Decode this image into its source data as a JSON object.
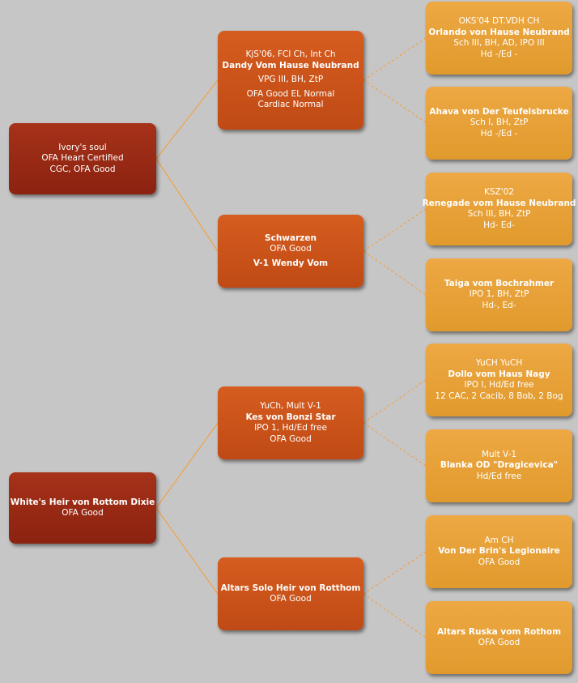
{
  "pedigrees": [
    {
      "dog": {
        "lines": [
          "Ivory's soul",
          "OFA Heart Certified",
          "CGC, OFA Good"
        ]
      },
      "sire": {
        "lines": [
          "KjS'06, FCI Ch, Int Ch",
          "Dandy Vom Hause Neubrand",
          "VPG III, BH, ZtP",
          "OFA Good  EL Normal",
          "Cardiac Normal"
        ]
      },
      "dam": {
        "lines": [
          "Schwarzen",
          "OFA Good",
          "V-1 Wendy Vom"
        ]
      },
      "sire_sire": {
        "lines": [
          "OKS'04 DT.VDH CH",
          "Orlando von Hause Neubrand",
          "Sch III, BH, AD, IPO III",
          "Hd -/Ed -"
        ]
      },
      "sire_dam": {
        "lines": [
          "Ahava von Der Teufelsbrucke",
          "Sch I, BH, ZtP",
          "Hd -/Ed -"
        ]
      },
      "dam_sire": {
        "lines": [
          "KSZ'02",
          "Renegade vom Hause Neubrand",
          "Sch III, BH, ZtP",
          "Hd- Ed-"
        ]
      },
      "dam_dam": {
        "lines": [
          "Taiga vom Bochrahmer",
          "IPO 1, BH, ZtP",
          "Hd-, Ed-"
        ]
      }
    },
    {
      "dog": {
        "lines": [
          "White's Heir von Rottom Dixie",
          "OFA Good"
        ]
      },
      "sire": {
        "lines": [
          "YuCh, Mult V-1",
          "Kes von Bonzi Star",
          "IPO 1, Hd/Ed free",
          "OFA Good"
        ]
      },
      "dam": {
        "lines": [
          "Altars Solo Heir von Rotthom",
          "OFA Good"
        ]
      },
      "sire_sire": {
        "lines": [
          "YuCH YuCH",
          "Dollo vom Haus Nagy",
          "IPO I, Hd/Ed free",
          "12 CAC, 2 Cacib, 8 Bob, 2 Bog"
        ]
      },
      "sire_dam": {
        "lines": [
          "Mult V-1",
          "Blanka OD \"Dragicevica\"",
          "Hd/Ed free"
        ]
      },
      "dam_sire": {
        "lines": [
          "Am CH",
          "Von Der Brin's Legionaire",
          "OFA Good"
        ]
      },
      "dam_dam": {
        "lines": [
          "Altars Ruska vom Rothom",
          "OFA Good"
        ]
      }
    }
  ]
}
